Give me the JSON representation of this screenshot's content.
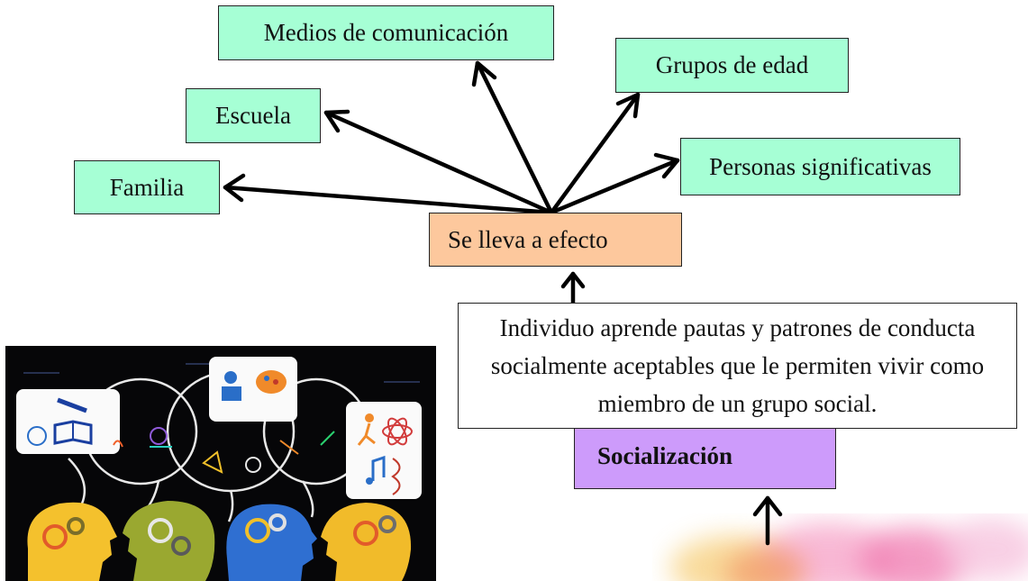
{
  "diagram": {
    "nodes": {
      "medios": "Medios de comunicación",
      "grupos_edad": "Grupos de edad",
      "escuela": "Escuela",
      "personas": "Personas significativas",
      "familia": "Familia",
      "efecto": "Se lleva a efecto",
      "descripcion": "Individuo aprende pautas y patrones de conducta socialmente aceptables que le permiten vivir como miembro de un grupo social.",
      "socializacion": "Socialización"
    },
    "edges": [
      {
        "from": "efecto",
        "to": "familia"
      },
      {
        "from": "efecto",
        "to": "escuela"
      },
      {
        "from": "efecto",
        "to": "medios"
      },
      {
        "from": "efecto",
        "to": "grupos_edad"
      },
      {
        "from": "efecto",
        "to": "personas"
      },
      {
        "from": "descripcion",
        "to": "efecto"
      },
      {
        "from": "splash",
        "to": "socializacion"
      }
    ],
    "colors": {
      "agents": "#a6ffd5",
      "efecto": "#fdc89d",
      "socializacion": "#cd9bfb",
      "arrow": "#000000"
    }
  },
  "illustration": {
    "subject": "heads-with-gears-and-speech-bubbles",
    "head_colors": [
      "#f4c12d",
      "#9aa830",
      "#2f6fd1",
      "#f1bb2a"
    ]
  }
}
